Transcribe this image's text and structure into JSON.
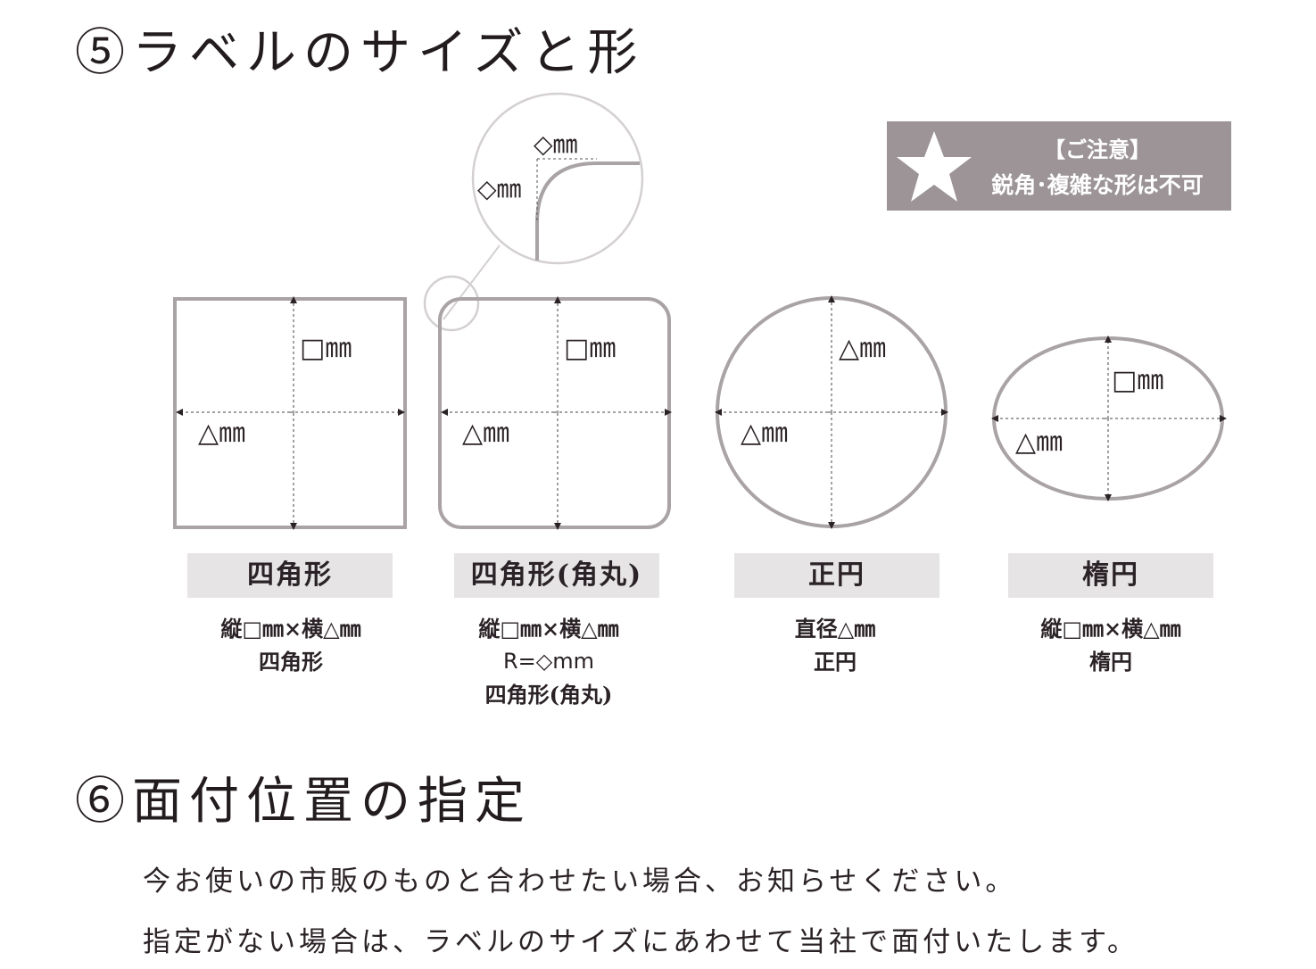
{
  "section5": {
    "title": "⑤ラベルのサイズと形"
  },
  "section6": {
    "title": "⑥面付位置の指定"
  },
  "notice": {
    "title": "【ご注意】",
    "text": "鋭角･複雑な形は不可",
    "icon": "star-icon"
  },
  "shapes": [
    {
      "name": "四角形",
      "vertical": "□㎜",
      "horizontal": "△㎜",
      "desc": [
        "縦□㎜×横△㎜",
        "四角形"
      ]
    },
    {
      "name": "四角形(角丸)",
      "vertical": "□㎜",
      "horizontal": "△㎜",
      "desc": [
        "縦□㎜×横△㎜",
        "R=◇mm",
        "四角形(角丸)"
      ]
    },
    {
      "name": "正円",
      "vertical": "△㎜",
      "horizontal": "△㎜",
      "desc": [
        "直径△㎜",
        "正円"
      ]
    },
    {
      "name": "楕円",
      "vertical": "□㎜",
      "horizontal": "△㎜",
      "desc": [
        "縦□㎜×横△㎜",
        "楕円"
      ]
    }
  ],
  "corner_zoom": {
    "label_top": "◇㎜",
    "label_left": "◇㎜"
  },
  "body": {
    "line1": "今お使いの市販のものと合わせたい場合、お知らせください。",
    "line2": "指定がない場合は、ラベルのサイズにあわせて当社で面付いたします。"
  },
  "colors": {
    "outline": "#a9a3a5",
    "label_bg": "#e6e4e5",
    "notice_bg": "#9c9497",
    "text": "#2a2226"
  }
}
